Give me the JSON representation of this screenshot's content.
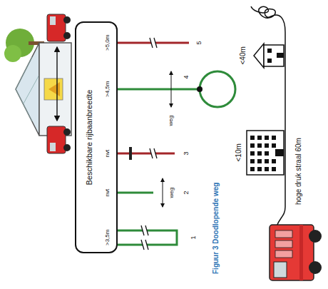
{
  "diagram": {
    "caption": "Figuur 3 Doodlopende weg",
    "nodes": [
      {
        "text": [
          "Beschikbare rijbaanbreedte"
        ]
      }
    ],
    "labels": [
      ">3,5m",
      "nvt",
      "nvt",
      ">4,5m",
      ">5,0m",
      "weg",
      "weg",
      "1",
      "2",
      "3",
      "4",
      "5",
      "<10m",
      "<40m",
      "hoge druk straal 60m"
    ]
  }
}
